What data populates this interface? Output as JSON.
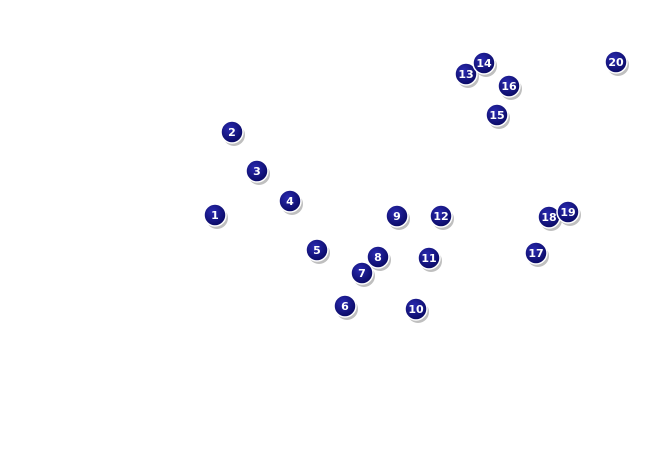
{
  "colors": {
    "background": "#ffffff",
    "marker_fill": "#0b0b7a",
    "marker_stroke": "#ffffff",
    "marker_shadow": "#8a8a8a",
    "label": "#ffffff"
  },
  "markers": [
    {
      "id": "1",
      "label": "1"
    },
    {
      "id": "2",
      "label": "2"
    },
    {
      "id": "3",
      "label": "3"
    },
    {
      "id": "4",
      "label": "4"
    },
    {
      "id": "5",
      "label": "5"
    },
    {
      "id": "6",
      "label": "6"
    },
    {
      "id": "7",
      "label": "7"
    },
    {
      "id": "8",
      "label": "8"
    },
    {
      "id": "9",
      "label": "9"
    },
    {
      "id": "10",
      "label": "10"
    },
    {
      "id": "11",
      "label": "11"
    },
    {
      "id": "12",
      "label": "12"
    },
    {
      "id": "13",
      "label": "13"
    },
    {
      "id": "14",
      "label": "14"
    },
    {
      "id": "15",
      "label": "15"
    },
    {
      "id": "16",
      "label": "16"
    },
    {
      "id": "17",
      "label": "17"
    },
    {
      "id": "18",
      "label": "18"
    },
    {
      "id": "19",
      "label": "19"
    },
    {
      "id": "20",
      "label": "20"
    }
  ]
}
